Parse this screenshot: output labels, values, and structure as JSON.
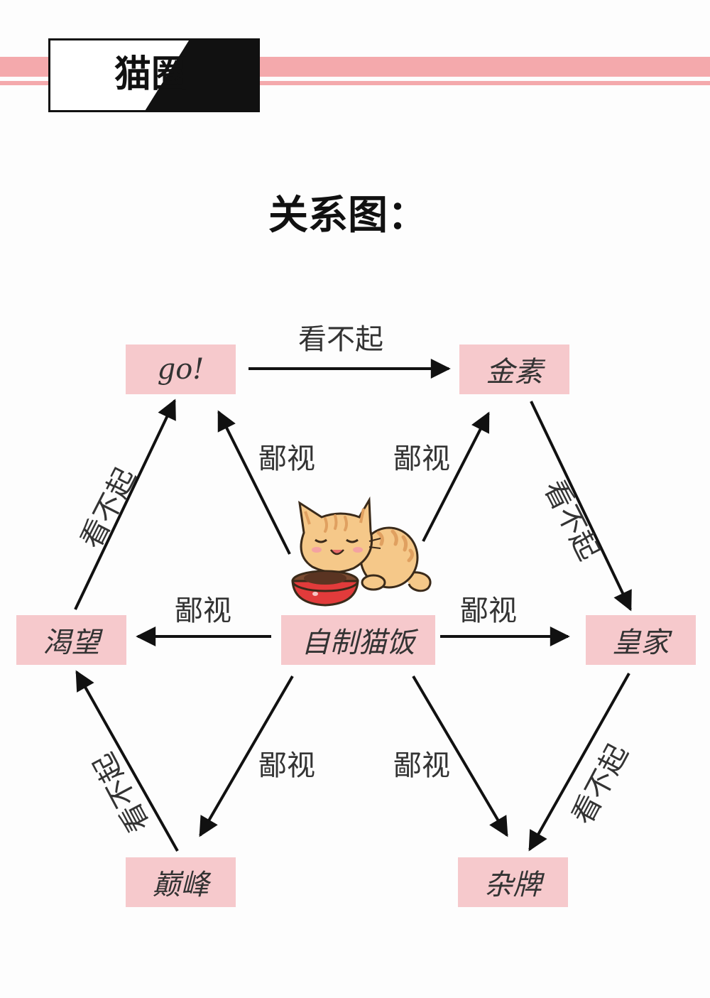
{
  "header": {
    "title": "猫圈"
  },
  "diagram_title": "关系图：",
  "nodes": {
    "go": "go!",
    "jinsu": "金素",
    "kewang": "渴望",
    "zizhi": "自制猫饭",
    "huangjia": "皇家",
    "dianfeng": "巅峰",
    "zapai": "杂牌"
  },
  "edges": {
    "go_to_jinsu": "看不起",
    "jinsu_to_huangjia": "看不起",
    "huangjia_to_zapai": "看不起",
    "dianfeng_to_kewang": "看不起",
    "kewang_to_go": "看不起",
    "zizhi_to_go": "鄙视",
    "zizhi_to_jinsu": "鄙视",
    "zizhi_to_kewang": "鄙视",
    "zizhi_to_huangjia": "鄙视",
    "zizhi_to_dianfeng": "鄙视",
    "zizhi_to_zapai": "鄙视"
  },
  "colors": {
    "stripe": "#f4a9ac",
    "node_fill": "#f6c9cc",
    "arrow": "#111111",
    "text": "#333333"
  },
  "illustration": "cat-eating-icon"
}
